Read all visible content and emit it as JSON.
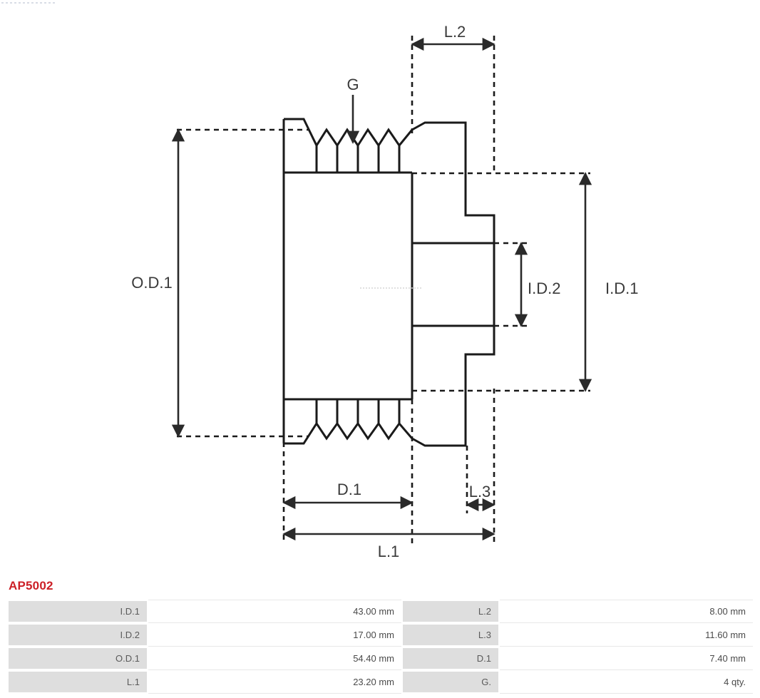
{
  "part_number": "AP5002",
  "drawing": {
    "labels": {
      "g": "G",
      "l1": "L.1",
      "l2": "L.2",
      "l3": "L.3",
      "d1": "D.1",
      "od1": "O.D.1",
      "id1": "I.D.1",
      "id2": "I.D.2"
    },
    "line_color": "#1a1a1a",
    "dim_color": "#3a3a3a"
  },
  "spec_table": {
    "rows": [
      {
        "key1": "I.D.1",
        "val1": "43.00 mm",
        "key2": "L.2",
        "val2": "8.00 mm"
      },
      {
        "key1": "I.D.2",
        "val1": "17.00 mm",
        "key2": "L.3",
        "val2": "11.60 mm"
      },
      {
        "key1": "O.D.1",
        "val1": "54.40 mm",
        "key2": "D.1",
        "val2": "7.40 mm"
      },
      {
        "key1": "L.1",
        "val1": "23.20 mm",
        "key2": "G.",
        "val2": "4 qty."
      }
    ]
  }
}
